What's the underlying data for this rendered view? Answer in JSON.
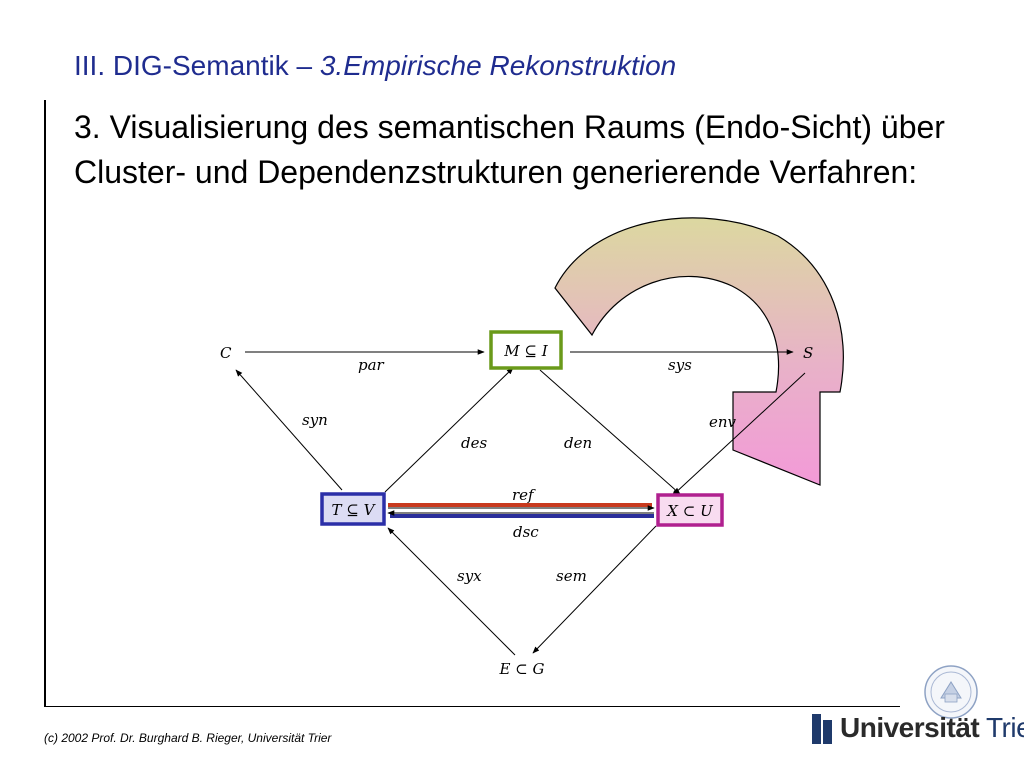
{
  "header": {
    "section": "III. DIG-Semantik – ",
    "section_italic": "3.Empirische Rekonstruktion"
  },
  "subtitle": "3. Visualisierung des semantischen Raums (Endo-Sicht) über Cluster- und Dependenzstrukturen generierende Verfahren:",
  "diagram": {
    "nodes": {
      "c": "C",
      "m": "M ⊆ I",
      "s": "S",
      "t": "T ⊆ V",
      "x": "X ⊂ U",
      "e": "E ⊂ G"
    },
    "edges": {
      "par": "par",
      "sys": "sys",
      "syn": "syn",
      "des": "des",
      "den": "den",
      "env": "env",
      "ref": "ref",
      "dsc": "dsc",
      "syx": "syx",
      "sem": "sem"
    },
    "colors": {
      "m_box": "#6a9a1a",
      "t_box": "#2b2fa8",
      "x_box": "#b0208f",
      "ref_line": "#c83a1e",
      "dsc_line": "#2a2e9a",
      "big_arrow_top": "#dcd8a0",
      "big_arrow_bottom": "#f39ad8"
    }
  },
  "footer": {
    "copyright": "(c) 2002  Prof. Dr. Burghard B. Rieger, Universität Trier",
    "logo_bold": "Universität",
    "logo_light": " Trier"
  }
}
